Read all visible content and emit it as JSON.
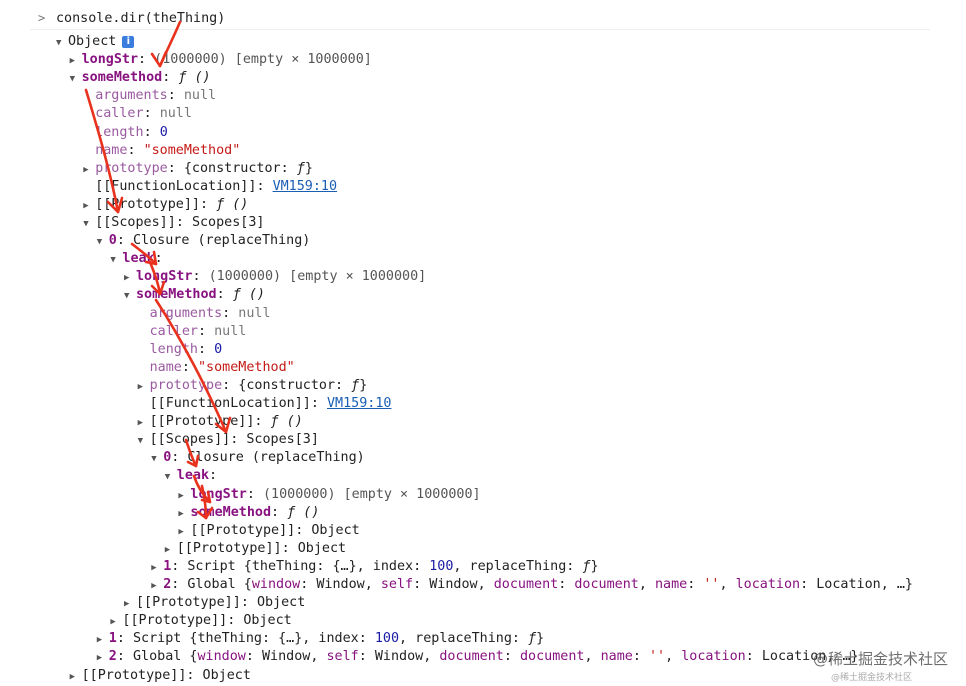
{
  "prompt": {
    "symbol": ">",
    "command": "console.dir(theThing)"
  },
  "tree": [
    {
      "d": 0,
      "tri": "open",
      "k": "Object",
      "kc": "plain",
      "v": [],
      "info": true
    },
    {
      "d": 1,
      "tri": "closed",
      "k": "longStr",
      "kc": "b",
      "v": [
        [
          "dim",
          "(1000000) [empty × 1000000]"
        ]
      ]
    },
    {
      "d": 1,
      "tri": "open",
      "k": "someMethod",
      "kc": "b",
      "v": [
        [
          "fn",
          "ƒ ()"
        ]
      ]
    },
    {
      "d": 2,
      "tri": "none",
      "k": "arguments",
      "kc": "nm",
      "v": [
        [
          "null",
          "null"
        ]
      ]
    },
    {
      "d": 2,
      "tri": "none",
      "k": "caller",
      "kc": "nm",
      "v": [
        [
          "null",
          "null"
        ]
      ]
    },
    {
      "d": 2,
      "tri": "none",
      "k": "length",
      "kc": "nm",
      "v": [
        [
          "num",
          "0"
        ]
      ]
    },
    {
      "d": 2,
      "tri": "none",
      "k": "name",
      "kc": "nm",
      "v": [
        [
          "str",
          "\"someMethod\""
        ]
      ]
    },
    {
      "d": 2,
      "tri": "closed",
      "k": "prototype",
      "kc": "nm",
      "v": [
        [
          "plain",
          "{constructor: "
        ],
        [
          "fn",
          "ƒ"
        ],
        [
          "plain",
          "}"
        ]
      ]
    },
    {
      "d": 2,
      "tri": "none",
      "k": "[[FunctionLocation]]",
      "kc": "plain",
      "v": [
        [
          "link",
          "VM159:10"
        ]
      ]
    },
    {
      "d": 2,
      "tri": "closed",
      "k": "[[Prototype]]",
      "kc": "plain",
      "v": [
        [
          "fn",
          "ƒ ()"
        ]
      ]
    },
    {
      "d": 2,
      "tri": "open",
      "k": "[[Scopes]]",
      "kc": "plain",
      "v": [
        [
          "plain",
          "Scopes[3]"
        ]
      ]
    },
    {
      "d": 3,
      "tri": "open",
      "k": "0",
      "kc": "b",
      "v": [
        [
          "plain",
          "Closure (replaceThing)"
        ]
      ]
    },
    {
      "d": 4,
      "tri": "open",
      "k": "leak",
      "kc": "b",
      "v": []
    },
    {
      "d": 5,
      "tri": "closed",
      "k": "longStr",
      "kc": "b",
      "v": [
        [
          "dim",
          "(1000000) [empty × 1000000]"
        ]
      ]
    },
    {
      "d": 5,
      "tri": "open",
      "k": "someMethod",
      "kc": "b",
      "v": [
        [
          "fn",
          "ƒ ()"
        ]
      ]
    },
    {
      "d": 6,
      "tri": "none",
      "k": "arguments",
      "kc": "nm",
      "v": [
        [
          "null",
          "null"
        ]
      ]
    },
    {
      "d": 6,
      "tri": "none",
      "k": "caller",
      "kc": "nm",
      "v": [
        [
          "null",
          "null"
        ]
      ]
    },
    {
      "d": 6,
      "tri": "none",
      "k": "length",
      "kc": "nm",
      "v": [
        [
          "num",
          "0"
        ]
      ]
    },
    {
      "d": 6,
      "tri": "none",
      "k": "name",
      "kc": "nm",
      "v": [
        [
          "str",
          "\"someMethod\""
        ]
      ]
    },
    {
      "d": 6,
      "tri": "closed",
      "k": "prototype",
      "kc": "nm",
      "v": [
        [
          "plain",
          "{constructor: "
        ],
        [
          "fn",
          "ƒ"
        ],
        [
          "plain",
          "}"
        ]
      ]
    },
    {
      "d": 6,
      "tri": "none",
      "k": "[[FunctionLocation]]",
      "kc": "plain",
      "v": [
        [
          "link",
          "VM159:10"
        ]
      ]
    },
    {
      "d": 6,
      "tri": "closed",
      "k": "[[Prototype]]",
      "kc": "plain",
      "v": [
        [
          "fn",
          "ƒ ()"
        ]
      ]
    },
    {
      "d": 6,
      "tri": "open",
      "k": "[[Scopes]]",
      "kc": "plain",
      "v": [
        [
          "plain",
          "Scopes[3]"
        ]
      ]
    },
    {
      "d": 7,
      "tri": "open",
      "k": "0",
      "kc": "b",
      "v": [
        [
          "plain",
          "Closure (replaceThing)"
        ]
      ]
    },
    {
      "d": 8,
      "tri": "open",
      "k": "leak",
      "kc": "b",
      "v": []
    },
    {
      "d": 9,
      "tri": "closed",
      "k": "longStr",
      "kc": "b",
      "v": [
        [
          "dim",
          "(1000000) [empty × 1000000]"
        ]
      ]
    },
    {
      "d": 9,
      "tri": "closed",
      "k": "someMethod",
      "kc": "b",
      "v": [
        [
          "fn",
          "ƒ ()"
        ]
      ]
    },
    {
      "d": 9,
      "tri": "closed",
      "k": "[[Prototype]]",
      "kc": "plain",
      "v": [
        [
          "plain",
          "Object"
        ]
      ]
    },
    {
      "d": 8,
      "tri": "closed",
      "k": "[[Prototype]]",
      "kc": "plain",
      "v": [
        [
          "plain",
          "Object"
        ]
      ]
    },
    {
      "d": 7,
      "tri": "closed",
      "k": "1",
      "kc": "b",
      "v": [
        [
          "plain",
          "Script {theThing: {…}, index: "
        ],
        [
          "num",
          "100"
        ],
        [
          "plain",
          ", replaceThing: "
        ],
        [
          "fn",
          "ƒ"
        ],
        [
          "plain",
          "}"
        ]
      ]
    },
    {
      "d": 7,
      "tri": "closed",
      "k": "2",
      "kc": "b",
      "v": [
        [
          "plain",
          "Global {"
        ],
        [
          "val",
          "window"
        ],
        [
          "plain",
          ": Window, "
        ],
        [
          "val",
          "self"
        ],
        [
          "plain",
          ": Window, "
        ],
        [
          "val",
          "document"
        ],
        [
          "plain",
          ": "
        ],
        [
          "val",
          "document"
        ],
        [
          "plain",
          ", "
        ],
        [
          "val",
          "name"
        ],
        [
          "plain",
          ": "
        ],
        [
          "str",
          "''"
        ],
        [
          "plain",
          ", "
        ],
        [
          "val",
          "location"
        ],
        [
          "plain",
          ": Location, …}"
        ]
      ]
    },
    {
      "d": 5,
      "tri": "closed",
      "k": "[[Prototype]]",
      "kc": "plain",
      "v": [
        [
          "plain",
          "Object"
        ]
      ]
    },
    {
      "d": 4,
      "tri": "closed",
      "k": "[[Prototype]]",
      "kc": "plain",
      "v": [
        [
          "plain",
          "Object"
        ]
      ]
    },
    {
      "d": 3,
      "tri": "closed",
      "k": "1",
      "kc": "b",
      "v": [
        [
          "plain",
          "Script {theThing: {…}, index: "
        ],
        [
          "num",
          "100"
        ],
        [
          "plain",
          ", replaceThing: "
        ],
        [
          "fn",
          "ƒ"
        ],
        [
          "plain",
          "}"
        ]
      ]
    },
    {
      "d": 3,
      "tri": "closed",
      "k": "2",
      "kc": "b",
      "v": [
        [
          "plain",
          "Global {"
        ],
        [
          "val",
          "window"
        ],
        [
          "plain",
          ": Window, "
        ],
        [
          "val",
          "self"
        ],
        [
          "plain",
          ": Window, "
        ],
        [
          "val",
          "document"
        ],
        [
          "plain",
          ": "
        ],
        [
          "val",
          "document"
        ],
        [
          "plain",
          ", "
        ],
        [
          "val",
          "name"
        ],
        [
          "plain",
          ": "
        ],
        [
          "str",
          "''"
        ],
        [
          "plain",
          ", "
        ],
        [
          "val",
          "location"
        ],
        [
          "plain",
          ": Location, …}"
        ]
      ]
    },
    {
      "d": 1,
      "tri": "closed",
      "k": "[[Prototype]]",
      "kc": "plain",
      "v": [
        [
          "plain",
          "Object"
        ]
      ]
    }
  ],
  "watermark": "@稀土掘金技术社区",
  "watermark_sub": "@稀土掘金技术社区",
  "colors": {
    "key": "#881280",
    "string": "#c41a16",
    "number": "#1a1aa6",
    "link": "#1a5fb4",
    "annotation": "#e8321e"
  }
}
